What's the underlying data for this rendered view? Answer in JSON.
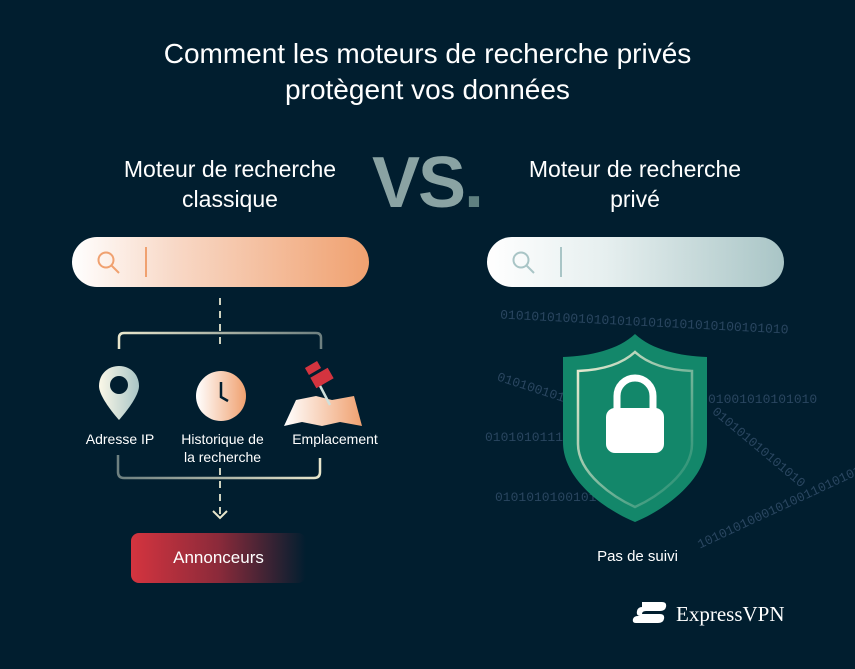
{
  "title_line1": "Comment les moteurs de recherche privés",
  "title_line2": "protègent vos données",
  "vs_label": "VS",
  "vs_dot": ".",
  "classic": {
    "title_line1": "Moteur de recherche",
    "title_line2": "classique",
    "search_icon": "search-icon",
    "accent": "#f0a170",
    "data_items": [
      {
        "icon": "location-pin-icon",
        "label": "Adresse IP"
      },
      {
        "icon": "clock-icon",
        "label_line1": "Historique de",
        "label_line2": "la recherche"
      },
      {
        "icon": "map-pushpin-icon",
        "label": "Emplacement"
      }
    ],
    "destination": "Annonceurs",
    "destination_color": "#d4343f"
  },
  "private": {
    "title_line1": "Moteur de recherche",
    "title_line2": "privé",
    "search_icon": "search-icon",
    "shield_icon": "shield-lock-icon",
    "shield_color": "#13876a",
    "caption": "Pas de suivi",
    "binary_strings": [
      "0101010100101010101010101010100101010",
      "0101001010101",
      "01001010101010",
      "0101010111",
      "01010101001010",
      "010101010101010",
      "10101010001010011010101"
    ]
  },
  "brand": "ExpressVPN"
}
